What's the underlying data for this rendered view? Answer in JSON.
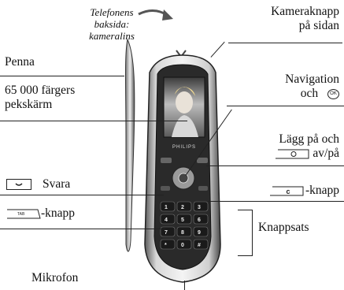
{
  "labels": {
    "back_note": [
      "Telefonens",
      "baksida:",
      "kameralins"
    ],
    "camera_button": [
      "Kameraknapp",
      "på sidan"
    ],
    "pen": "Penna",
    "screen": [
      "65 000 färgers",
      "pekskärm"
    ],
    "navigation": [
      "Navigation",
      "och"
    ],
    "ok_glyph": "OK",
    "hangup": [
      "Lägg på och",
      "av/på"
    ],
    "answer": "Svara",
    "clear_key": "-knapp",
    "tabs_key": "-knapp",
    "tabs_glyph": "TAB",
    "clear_glyph": "c",
    "keypad": "Knappsats",
    "microphone": "Mikrofon"
  },
  "phone": {
    "brand": "PHILIPS",
    "keys": [
      "1",
      "2",
      "3",
      "4",
      "5",
      "6",
      "7",
      "8",
      "9",
      "*",
      "0",
      "#"
    ]
  }
}
